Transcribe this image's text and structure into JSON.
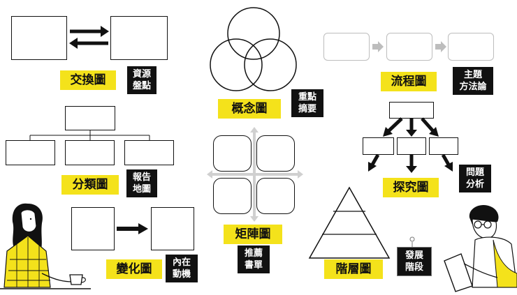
{
  "colors": {
    "accent": "#f4e21b",
    "ink": "#111111",
    "light_line": "#bdbdbd"
  },
  "diagrams": {
    "exchange": {
      "title": "交換圖",
      "tag": [
        "資源",
        "盤點"
      ]
    },
    "concept": {
      "title": "概念圖",
      "tag": [
        "重點",
        "摘要"
      ]
    },
    "process": {
      "title": "流程圖",
      "tag": [
        "主題",
        "方法論"
      ]
    },
    "classify": {
      "title": "分類圖",
      "tag": [
        "報告",
        "地圖"
      ]
    },
    "matrix": {
      "title": "矩陣圖",
      "tag": [
        "推薦",
        "書單"
      ]
    },
    "explore": {
      "title": "探究圖",
      "tag": [
        "問題",
        "分析"
      ]
    },
    "change": {
      "title": "變化圖",
      "tag": [
        "內在",
        "動機"
      ]
    },
    "hierarchy": {
      "title": "階層圖",
      "tag": [
        "發展",
        "階段"
      ]
    }
  }
}
